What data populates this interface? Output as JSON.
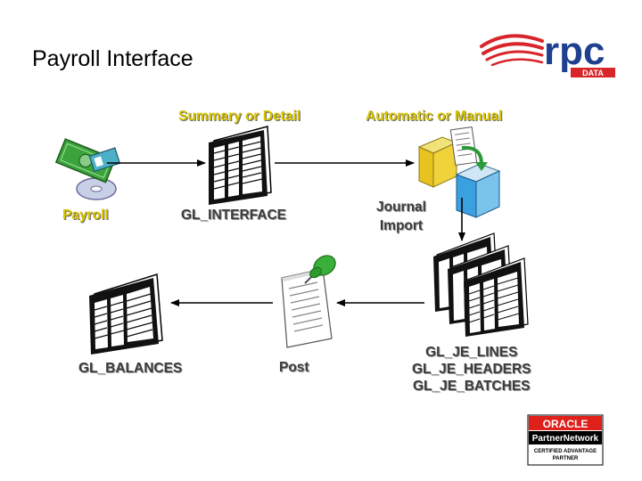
{
  "slide": {
    "title": "Payroll Interface"
  },
  "labels": {
    "summary_or_detail": "Summary or Detail",
    "automatic_or_manual": "Automatic or Manual",
    "payroll": "Payroll",
    "gl_interface": "GL_INTERFACE",
    "journal_import_line1": "Journal",
    "journal_import_line2": "Import",
    "gl_balances": "GL_BALANCES",
    "post": "Post",
    "gl_je_lines": "GL_JE_LINES",
    "gl_je_headers": "GL_JE_HEADERS",
    "gl_je_batches": "GL_JE_BATCHES"
  },
  "logos": {
    "rpc_text": "rpc",
    "rpc_sub": "DATA",
    "oracle_line1": "ORACLE",
    "oracle_line2": "PartnerNetwork",
    "oracle_line3": "CERTIFIED ADVANTAGE",
    "oracle_line4": "PARTNER"
  },
  "colors": {
    "label_yellow": "#d8c400",
    "label_gray": "#3c3c3c",
    "rpc_red": "#d8252a",
    "rpc_blue": "#1f3f8f",
    "oracle_red": "#e0201b"
  },
  "icons": {
    "payroll": "money-and-disc-icon",
    "gl_interface": "table-document-icon",
    "journal_import": "cube-transfer-icon",
    "gl_je_tables": "stacked-table-documents-icon",
    "post": "pinned-document-icon",
    "gl_balances": "table-document-icon"
  }
}
